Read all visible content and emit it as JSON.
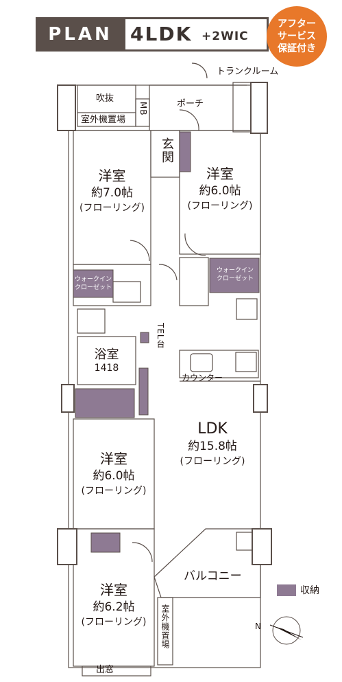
{
  "header": {
    "plan_label": "PLAN",
    "type_main": "4LDK",
    "type_sub": "+2WIC",
    "badge_lines": [
      "アフター",
      "サービス",
      "保証付き"
    ]
  },
  "rooms": {
    "western_7": {
      "name": "洋室",
      "size": "約7.0帖",
      "floor": "(フローリング)"
    },
    "western_6a": {
      "name": "洋室",
      "size": "約6.0帖",
      "floor": "(フローリング)"
    },
    "western_6b": {
      "name": "洋室",
      "size": "約6.0帖",
      "floor": "(フローリング)"
    },
    "western_62": {
      "name": "洋室",
      "size": "約6.2帖",
      "floor": "(フローリング)"
    },
    "ldk": {
      "name": "LDK",
      "size": "約15.8帖",
      "floor": "(フローリング)"
    }
  },
  "labels": {
    "fukinuke": "吹抜",
    "outdoor_unit_top": "室外機置場",
    "mb": "MB",
    "porch": "ポーチ",
    "trunk_room": "トランクルーム",
    "genkan": "玄関",
    "wic_left": "ウォークイン\nクローゼット",
    "wic_right": "ウォークイン\nクローゼット",
    "bath": "浴室",
    "bath_size": "1418",
    "tel": "TEL台",
    "counter": "カウンター",
    "balcony": "バルコニー",
    "outdoor_unit_side": "室外機置場",
    "demado": "出窓"
  },
  "legend": {
    "storage": "収納"
  },
  "colors": {
    "storage": "#8e7a93",
    "wall": "#5a4f4a",
    "badge": "#e8782a"
  }
}
